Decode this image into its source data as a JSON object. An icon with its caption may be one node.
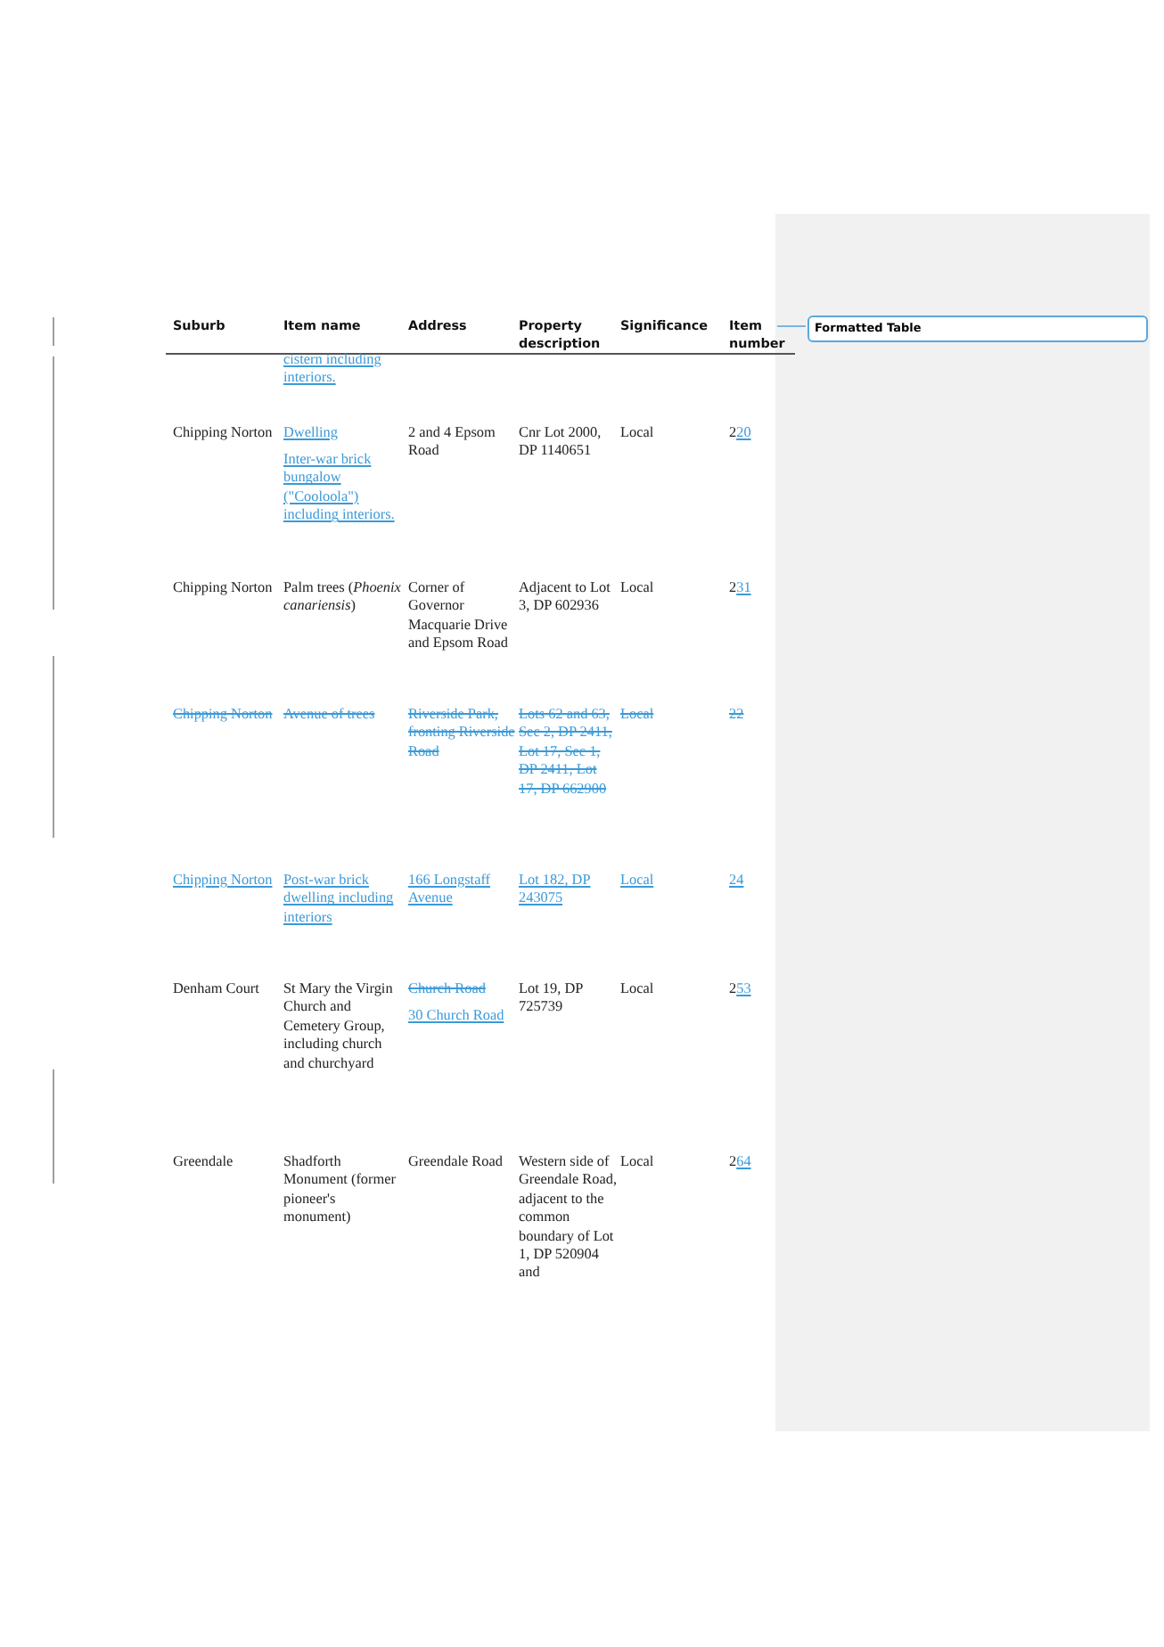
{
  "diagram": {
    "nodes": [
      {
        "text": [
          "Formatted Table"
        ]
      },
      {
        "text": [
          "Item number"
        ]
      }
    ],
    "edges": [
      {
        "from": 0,
        "to": 1,
        "arrow": "none"
      }
    ],
    "labels": [
      "Suburb",
      "Item name",
      "Address",
      "Property description",
      "Significance",
      "cistern including interiors.",
      "Chipping Norton",
      "Dwelling",
      "Inter-war brick bungalow (\"Cooloola\") including interiors.",
      "2 and 4 Epsom Road",
      "Cnr Lot 2000, DP 1140651",
      "Local",
      "220",
      "Chipping Norton",
      "Palm trees (*Phoenix canariensis*)",
      "Corner of Governor Macquarie Drive and Epsom Road",
      "Adjacent to Lot 3, DP 602936",
      "Local",
      "231",
      "Chipping Norton",
      "Avenue of trees",
      "Riverside Park, fronting Riverside Road",
      "Lots 62 and 63, Sec 2, DP 2411, Lot 17, Sec 1, DP 2411, Lot 17, DP 662900",
      "Local",
      "22",
      "Chipping Norton",
      "Post-war brick dwelling including interiors",
      "166 Longstaff Avenue",
      "Lot 182, DP 243075",
      "Local",
      "24",
      "Denham Court",
      "St Mary the Virgin Church and Cemetery Group, including church and churchyard",
      "Church Road",
      "30 Church Road",
      "Lot 19, DP 725739",
      "Local",
      "253",
      "Greendale",
      "Shadforth Monument (former pioneer's monument)",
      "Greendale Road",
      "Western side of Greendale Road, adjacent to the common boundary of Lot 1, DP 520904 and",
      "Local",
      "264"
    ]
  }
}
